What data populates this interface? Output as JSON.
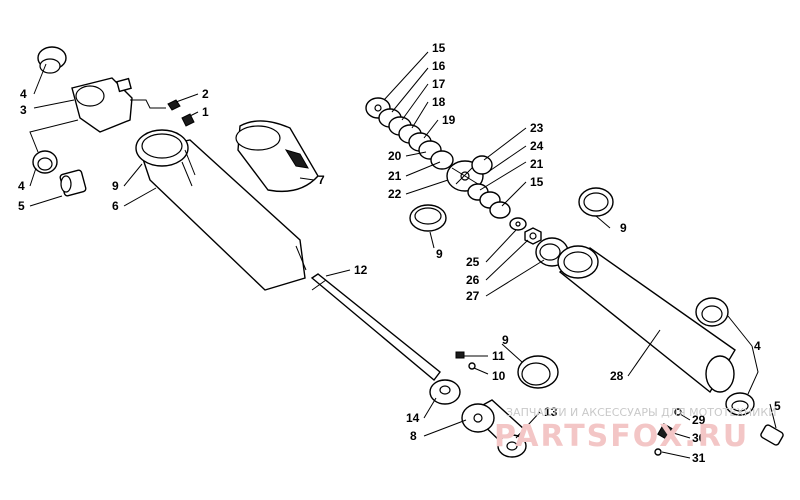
{
  "callouts": [
    {
      "id": "c1",
      "label": "1"
    },
    {
      "id": "c2",
      "label": "2"
    },
    {
      "id": "c3",
      "label": "3"
    },
    {
      "id": "c4a",
      "label": "4"
    },
    {
      "id": "c4b",
      "label": "4"
    },
    {
      "id": "c4c",
      "label": "4"
    },
    {
      "id": "c5a",
      "label": "5"
    },
    {
      "id": "c5b",
      "label": "5"
    },
    {
      "id": "c6",
      "label": "6"
    },
    {
      "id": "c7",
      "label": "7"
    },
    {
      "id": "c8",
      "label": "8"
    },
    {
      "id": "c9a",
      "label": "9"
    },
    {
      "id": "c9b",
      "label": "9"
    },
    {
      "id": "c9c",
      "label": "9"
    },
    {
      "id": "c9d",
      "label": "9"
    },
    {
      "id": "c10",
      "label": "10"
    },
    {
      "id": "c11",
      "label": "11"
    },
    {
      "id": "c12",
      "label": "12"
    },
    {
      "id": "c13",
      "label": "13"
    },
    {
      "id": "c14",
      "label": "14"
    },
    {
      "id": "c15a",
      "label": "15"
    },
    {
      "id": "c15b",
      "label": "15"
    },
    {
      "id": "c16",
      "label": "16"
    },
    {
      "id": "c17",
      "label": "17"
    },
    {
      "id": "c18",
      "label": "18"
    },
    {
      "id": "c19",
      "label": "19"
    },
    {
      "id": "c20",
      "label": "20"
    },
    {
      "id": "c21a",
      "label": "21"
    },
    {
      "id": "c21b",
      "label": "21"
    },
    {
      "id": "c22",
      "label": "22"
    },
    {
      "id": "c23",
      "label": "23"
    },
    {
      "id": "c24",
      "label": "24"
    },
    {
      "id": "c25",
      "label": "25"
    },
    {
      "id": "c26",
      "label": "26"
    },
    {
      "id": "c27",
      "label": "27"
    },
    {
      "id": "c28",
      "label": "28"
    },
    {
      "id": "c29",
      "label": "29"
    },
    {
      "id": "c30",
      "label": "30"
    },
    {
      "id": "c31",
      "label": "31"
    }
  ],
  "watermark": {
    "tagline": "ЗАПЧАСТИ И АКСЕССУАРЫ ДЛЯ МОТОТЕХНИКИ",
    "logo": "PARTSFOX.RU"
  }
}
